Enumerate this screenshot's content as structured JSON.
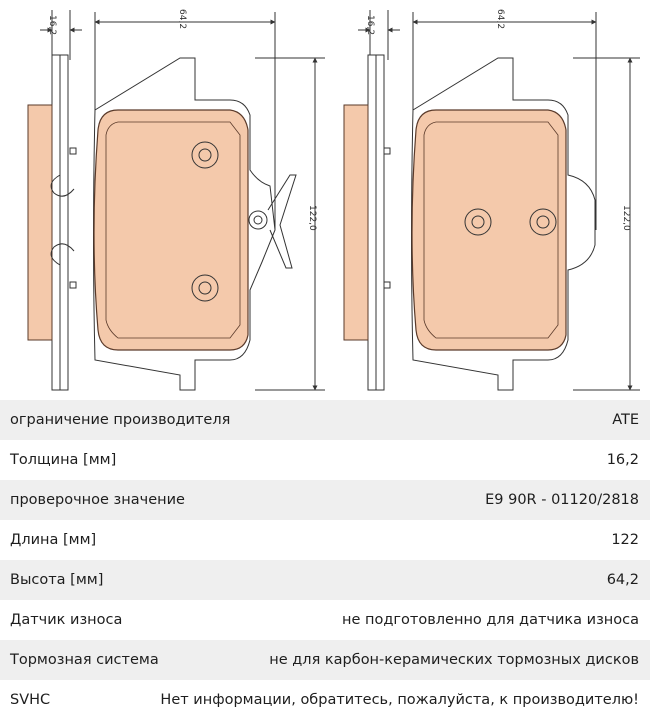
{
  "drawing": {
    "dims": {
      "left_thickness": "16,2",
      "left_height": "64,2",
      "left_length": "122,0",
      "right_thickness": "16,2",
      "right_height": "64,2",
      "right_length": "122,0"
    },
    "colors": {
      "pad_fill": "#f4c9ab",
      "pad_stroke": "#5a3a2a",
      "line": "#333333"
    }
  },
  "specs": [
    {
      "label": "ограничение производителя",
      "value": "ATE"
    },
    {
      "label": "Толщина [мм]",
      "value": "16,2"
    },
    {
      "label": "проверочное значение",
      "value": "E9 90R - 01120/2818"
    },
    {
      "label": "Длина [мм]",
      "value": "122"
    },
    {
      "label": "Высота [мм]",
      "value": "64,2"
    },
    {
      "label": "Датчик износа",
      "value": "не подготовленно для датчика износа"
    },
    {
      "label": "Тормозная система",
      "value": "не для карбон-керамических тормозных дисков"
    },
    {
      "label": "SVHC",
      "value": "Нет информации, обратитесь, пожалуйста, к производителю!"
    }
  ]
}
